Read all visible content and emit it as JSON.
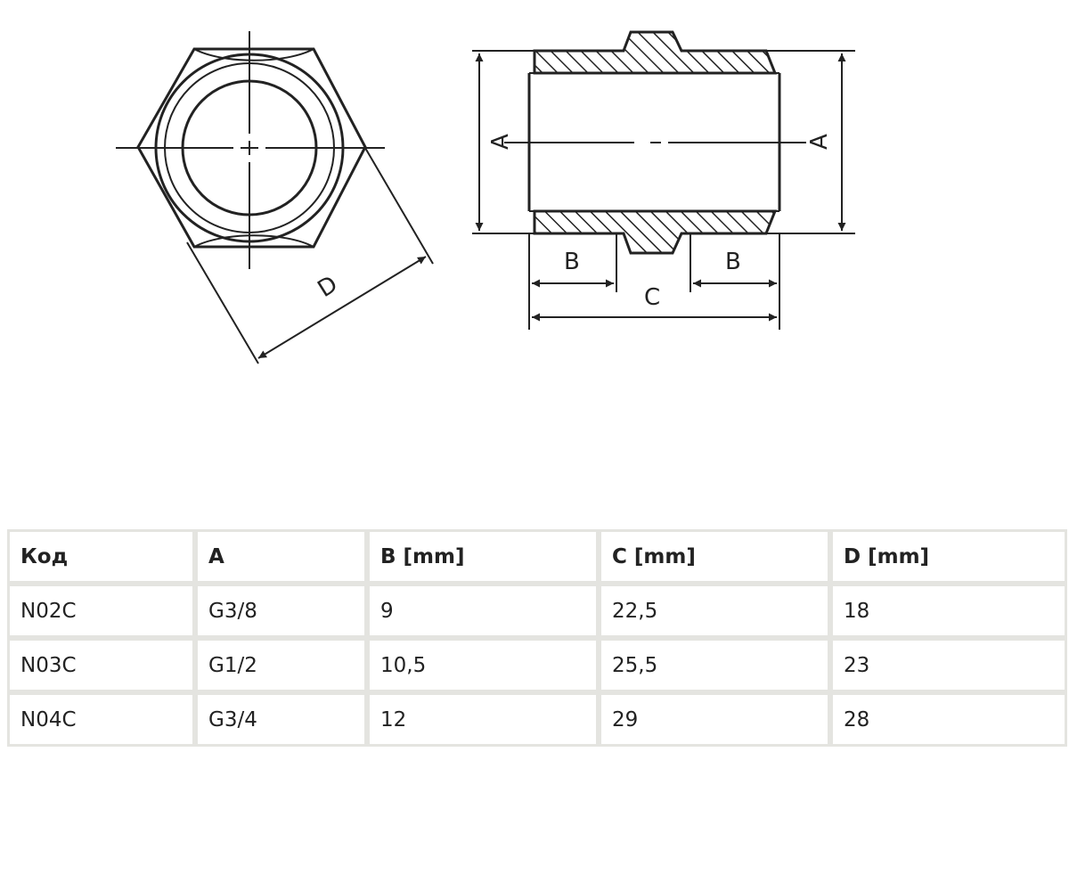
{
  "drawing": {
    "labels": {
      "a_left": "A",
      "a_right": "A",
      "b_left": "B",
      "b_right": "B",
      "c": "C",
      "d": "D"
    },
    "icons": [
      "hex-nipple-front-view",
      "hex-nipple-section-view"
    ]
  },
  "table": {
    "headers": [
      "Код",
      "A",
      "B [mm]",
      "C [mm]",
      "D [mm]"
    ],
    "rows": [
      [
        "N02C",
        "G3/8",
        "9",
        "22,5",
        "18"
      ],
      [
        "N03C",
        "G1/2",
        "10,5",
        "25,5",
        "23"
      ],
      [
        "N04C",
        "G3/4",
        "12",
        "29",
        "28"
      ]
    ]
  }
}
